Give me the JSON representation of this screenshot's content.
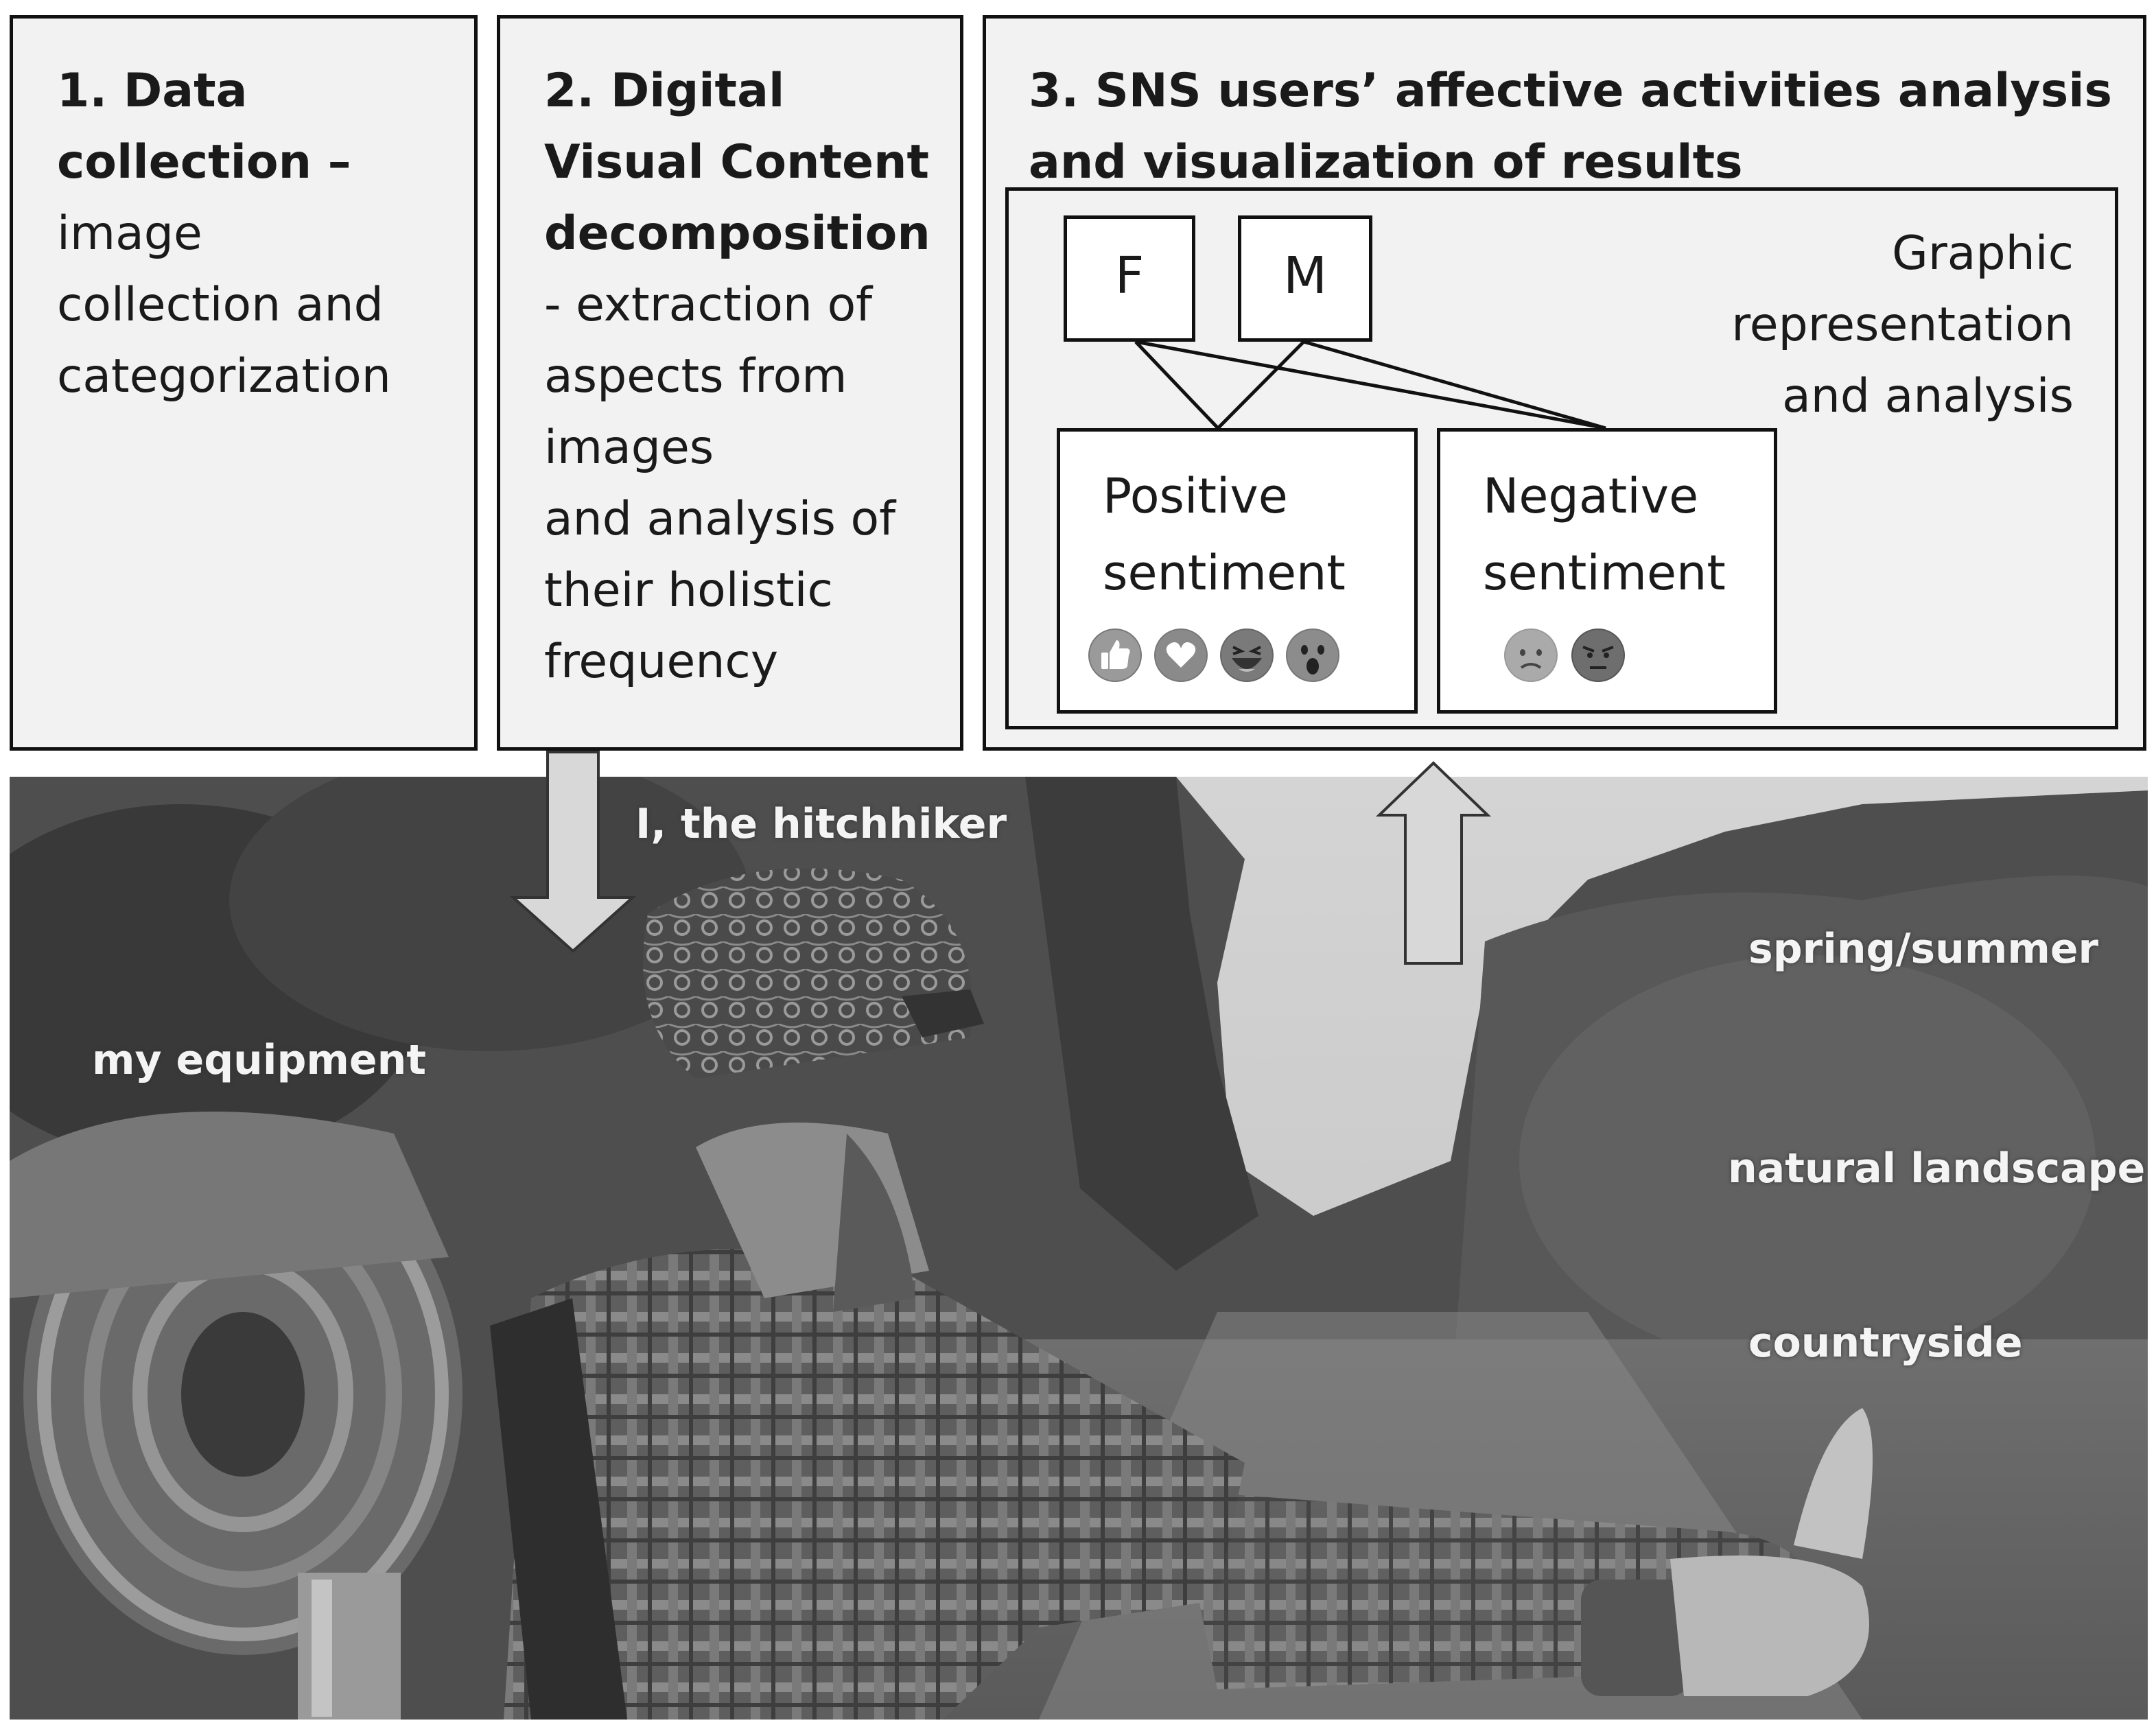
{
  "step1": {
    "bold": [
      "1. Data",
      "collection –"
    ],
    "normal": [
      "image",
      "collection and",
      "categorization"
    ]
  },
  "step2": {
    "bold": [
      "2. Digital",
      "Visual Content",
      "decomposition"
    ],
    "lines": [
      "- extraction of",
      "aspects from",
      "images",
      "and analysis of",
      "their holistic",
      "frequency"
    ]
  },
  "step3": {
    "title": [
      "3. SNS users’ affective activities analysis",
      "and visualization of results"
    ],
    "graphic_label": [
      "Graphic",
      "representation",
      "and analysis"
    ],
    "f_label": "F",
    "m_label": "M",
    "positive": [
      "Positive",
      "sentiment"
    ],
    "negative": [
      "Negative",
      "sentiment"
    ]
  },
  "photo_labels": {
    "hitchhiker": "I, the hitchhiker",
    "equipment": "my equipment",
    "season": "spring/summer",
    "landscape": "natural landscape",
    "countryside": "countryside"
  },
  "reaction_icons": {
    "positive": [
      "like-icon",
      "love-icon",
      "haha-icon",
      "wow-icon"
    ],
    "negative": [
      "sad-icon",
      "angry-icon"
    ]
  }
}
